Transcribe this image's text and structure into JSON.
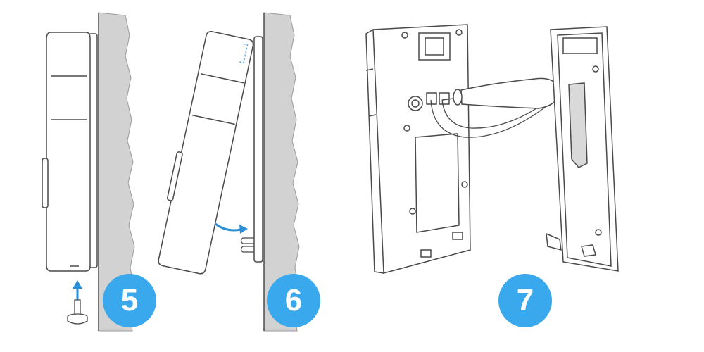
{
  "steps": [
    {
      "number": "5"
    },
    {
      "number": "6"
    },
    {
      "number": "7"
    }
  ],
  "colors": {
    "badge": "#3aa8ec",
    "arrow": "#2b8fd6",
    "wall": "#d2d2d2",
    "line": "#4a4a4a",
    "background": "#ffffff"
  },
  "icons": [
    "screw-icon",
    "up-arrow-icon",
    "curved-arrow-icon",
    "screwdriver-icon",
    "wall-section"
  ]
}
